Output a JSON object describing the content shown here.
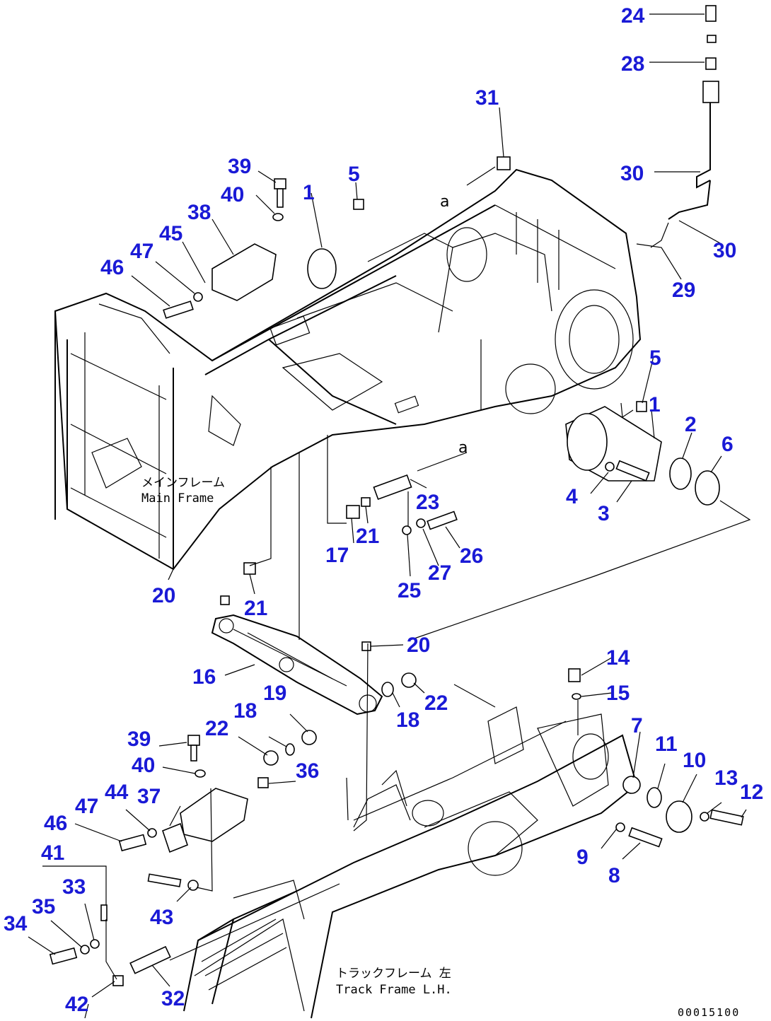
{
  "labels": {
    "main_frame_jp": "メインフレーム",
    "main_frame_en": "Main Frame",
    "track_frame_jp": "トラックフレーム 左",
    "track_frame_en": "Track Frame L.H.",
    "drawing_code": "00015100",
    "mark_a1": "a",
    "mark_a2": "a"
  },
  "callouts": [
    {
      "id": "c24",
      "text": "24"
    },
    {
      "id": "c28",
      "text": "28"
    },
    {
      "id": "c31",
      "text": "31"
    },
    {
      "id": "c30a",
      "text": "30"
    },
    {
      "id": "c30b",
      "text": "30"
    },
    {
      "id": "c29",
      "text": "29"
    },
    {
      "id": "c39a",
      "text": "39"
    },
    {
      "id": "c40a",
      "text": "40"
    },
    {
      "id": "c1a",
      "text": "1"
    },
    {
      "id": "c5a",
      "text": "5"
    },
    {
      "id": "c38",
      "text": "38"
    },
    {
      "id": "c45",
      "text": "45"
    },
    {
      "id": "c47a",
      "text": "47"
    },
    {
      "id": "c46a",
      "text": "46"
    },
    {
      "id": "c5b",
      "text": "5"
    },
    {
      "id": "c1b",
      "text": "1"
    },
    {
      "id": "c2",
      "text": "2"
    },
    {
      "id": "c6",
      "text": "6"
    },
    {
      "id": "c4",
      "text": "4"
    },
    {
      "id": "c3",
      "text": "3"
    },
    {
      "id": "c23",
      "text": "23"
    },
    {
      "id": "c17",
      "text": "17"
    },
    {
      "id": "c21a",
      "text": "21"
    },
    {
      "id": "c26",
      "text": "26"
    },
    {
      "id": "c27",
      "text": "27"
    },
    {
      "id": "c25",
      "text": "25"
    },
    {
      "id": "c20a",
      "text": "20"
    },
    {
      "id": "c21b",
      "text": "21"
    },
    {
      "id": "c20b",
      "text": "20"
    },
    {
      "id": "c14",
      "text": "14"
    },
    {
      "id": "c15",
      "text": "15"
    },
    {
      "id": "c16",
      "text": "16"
    },
    {
      "id": "c19",
      "text": "19"
    },
    {
      "id": "c18a",
      "text": "18"
    },
    {
      "id": "c22a",
      "text": "22"
    },
    {
      "id": "c18b",
      "text": "18"
    },
    {
      "id": "c22b",
      "text": "22"
    },
    {
      "id": "c7",
      "text": "7"
    },
    {
      "id": "c11",
      "text": "11"
    },
    {
      "id": "c10",
      "text": "10"
    },
    {
      "id": "c13",
      "text": "13"
    },
    {
      "id": "c12",
      "text": "12"
    },
    {
      "id": "c39b",
      "text": "39"
    },
    {
      "id": "c40b",
      "text": "40"
    },
    {
      "id": "c36",
      "text": "36"
    },
    {
      "id": "c44",
      "text": "44"
    },
    {
      "id": "c37",
      "text": "37"
    },
    {
      "id": "c47b",
      "text": "47"
    },
    {
      "id": "c46b",
      "text": "46"
    },
    {
      "id": "c9",
      "text": "9"
    },
    {
      "id": "c8",
      "text": "8"
    },
    {
      "id": "c41",
      "text": "41"
    },
    {
      "id": "c33",
      "text": "33"
    },
    {
      "id": "c35",
      "text": "35"
    },
    {
      "id": "c34",
      "text": "34"
    },
    {
      "id": "c43",
      "text": "43"
    },
    {
      "id": "c42",
      "text": "42"
    },
    {
      "id": "c32",
      "text": "32"
    }
  ]
}
